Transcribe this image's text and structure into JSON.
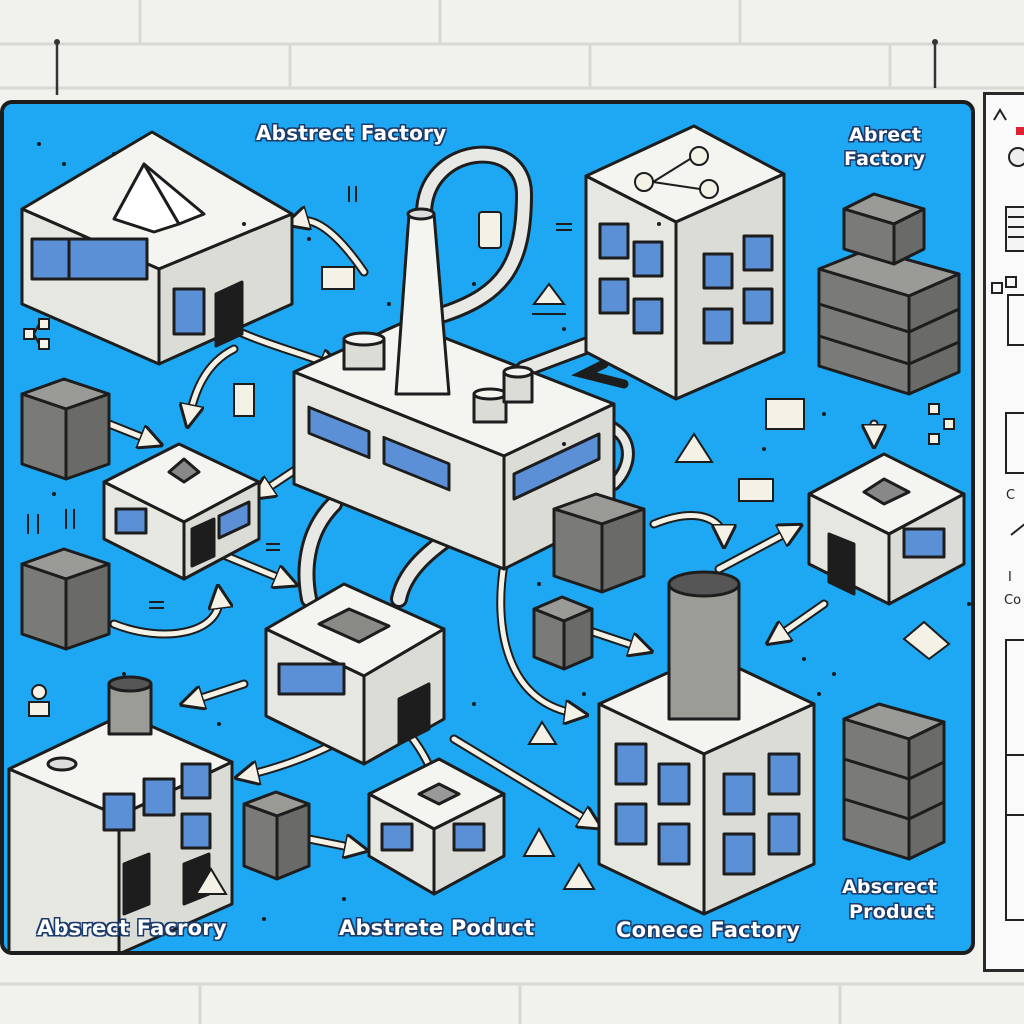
{
  "labels": {
    "top_center": "Abstrect Factory",
    "top_right_line1": "Abrect",
    "top_right_line2": "Factory",
    "bottom_left": "Absrect Facrory",
    "bottom_center": "Abstrete Poduct",
    "bottom_mid_right": "Conece Factory",
    "bottom_right_line1": "Abscrect",
    "bottom_right_line2": "Product"
  },
  "side_panel": {
    "text_c": "C",
    "text_i": "I",
    "text_co": "Co"
  },
  "colors": {
    "board": "#1ea7f2",
    "building": "#efefea",
    "block": "#7a7a78",
    "outline": "#1d1d1d"
  }
}
